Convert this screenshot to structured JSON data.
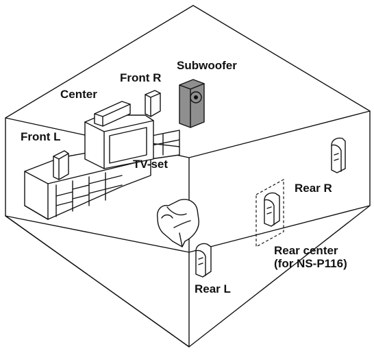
{
  "labels": {
    "subwoofer": "Subwoofer",
    "front_r": "Front R",
    "center": "Center",
    "front_l": "Front L",
    "tv_set": "TV-set",
    "rear_r": "Rear R",
    "rear_center_line1": "Rear center",
    "rear_center_line2": "(for NS-P116)",
    "rear_l": "Rear L"
  },
  "colors": {
    "line": "#111111",
    "subwoofer_fill": "#8f8f8f",
    "speaker_fill": "#ffffff",
    "background": "#ffffff"
  }
}
